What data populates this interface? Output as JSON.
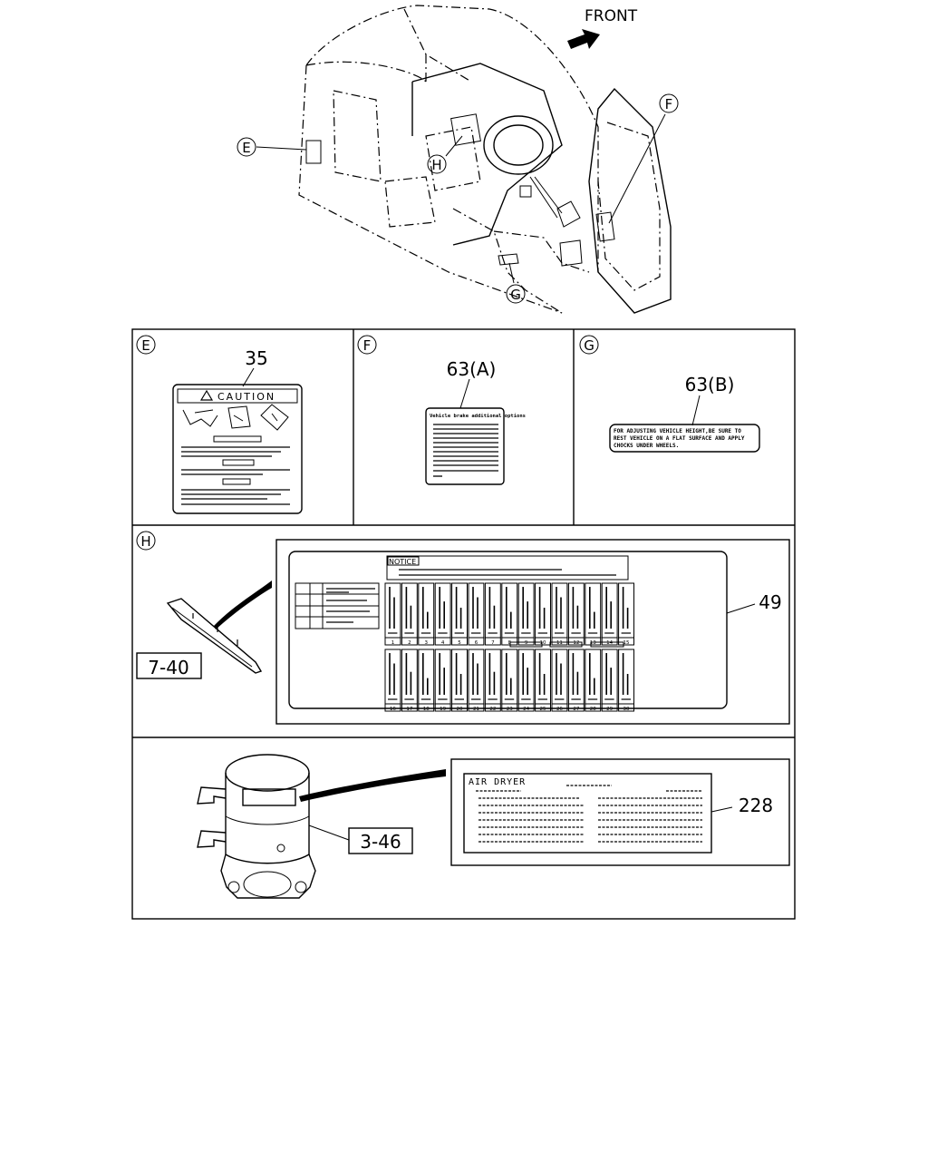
{
  "front_label": "FRONT",
  "callouts": {
    "E": "E",
    "F": "F",
    "G": "G",
    "H": "H"
  },
  "panels": {
    "E": {
      "letter": "E",
      "part": "35",
      "caution_title": "CAUTION"
    },
    "F": {
      "letter": "F",
      "part": "63(A)",
      "label_heading": "Vehicle brake additional options"
    },
    "G": {
      "letter": "G",
      "part": "63(B)",
      "label_lines": [
        "FOR ADJUSTING VEHICLE HEIGHT,BE SURE TO",
        "REST VEHICLE ON A FLAT SURFACE AND APPLY",
        "CHOCKS UNDER WHEELS."
      ]
    },
    "H": {
      "letter": "H",
      "part": "49",
      "ref_part": "7-40",
      "notice_title": "NOTICE",
      "fuse_numbers_top": [
        "1",
        "2",
        "3",
        "4",
        "5",
        "6",
        "7",
        "8",
        "9",
        "10",
        "11",
        "12",
        "13",
        "14",
        "15"
      ],
      "fuse_numbers_bottom": [
        "16",
        "17",
        "18",
        "19",
        "20",
        "21",
        "22",
        "23",
        "24",
        "25",
        "26",
        "27",
        "28",
        "29",
        "30"
      ]
    },
    "air": {
      "part": "228",
      "ref_part": "3-46",
      "label_title": "AIR DRYER"
    }
  }
}
